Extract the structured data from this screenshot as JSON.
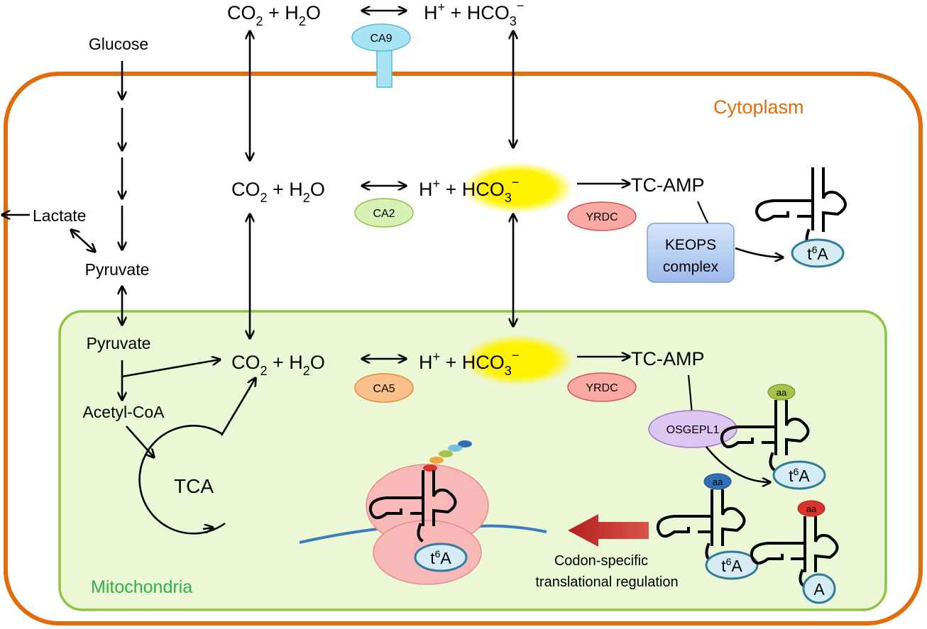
{
  "compartments": {
    "cytoplasm_label": "Cytoplasm",
    "mitochondria_label": "Mitochondria",
    "colors": {
      "cytoplasm": "#e36c0a",
      "mitochondria": "#8dc63f",
      "mitochondria_text": "#2db24a",
      "mito_fill": "#ecf7d5"
    }
  },
  "equations": {
    "extracellular": {
      "lhs_co": "CO",
      "lhs_sub1": "2",
      "lhs_plus_h": " + H",
      "lhs_sub2": "2",
      "lhs_o": "O",
      "rhs_h": "H",
      "rhs_sup_plus": "+",
      "rhs_plus": " + HCO",
      "rhs_sub3": "3",
      "rhs_sup_minus": "−"
    },
    "cytoplasm": {
      "lhs_co": "CO",
      "lhs_sub1": "2",
      "lhs_plus_h": " + H",
      "lhs_sub2": "2",
      "lhs_o": "O",
      "rhs_h": "H",
      "rhs_sup_plus": "+",
      "rhs_plus": " + ",
      "rhs_hco": "HCO",
      "rhs_sub3": "3",
      "rhs_sup_minus": "−",
      "product": "TC-AMP"
    },
    "mitochondria": {
      "lhs_co": "CO",
      "lhs_sub1": "2",
      "lhs_plus_h": " + H",
      "lhs_sub2": "2",
      "lhs_o": "O",
      "rhs_h": "H",
      "rhs_sup_plus": "+",
      "rhs_plus": " + ",
      "rhs_hco": "HCO",
      "rhs_sub3": "3",
      "rhs_sup_minus": "−",
      "product": "TC-AMP"
    }
  },
  "metabolites": {
    "glucose": "Glucose",
    "lactate": "Lactate",
    "pyruvate_cyto": "Pyruvate",
    "pyruvate_mito": "Pyruvate",
    "acetyl_coa": "Acetyl-CoA",
    "tca": "TCA"
  },
  "enzymes": {
    "ca9": "CA9",
    "ca2": "CA2",
    "ca5": "CA5",
    "yrdc_cyto": "YRDC",
    "yrdc_mito": "YRDC",
    "keops_line1": "KEOPS",
    "keops_line2": "complex",
    "osgepl1": "OSGEPL1",
    "colors": {
      "ca9": "#a9e4f5",
      "ca2": "#d6f0b5",
      "ca5": "#fbc08c",
      "yrdc": "#f9a9a3",
      "keops": "#b3cdf2",
      "osgepl1": "#ddc6f0"
    }
  },
  "trna_labels": {
    "t6a": "t",
    "t6a_sup": "6",
    "t6a_a": "A",
    "unmodified": "A",
    "aa": "aa"
  },
  "caption": {
    "line1": "Codon-specific",
    "line2": "translational regulation"
  }
}
